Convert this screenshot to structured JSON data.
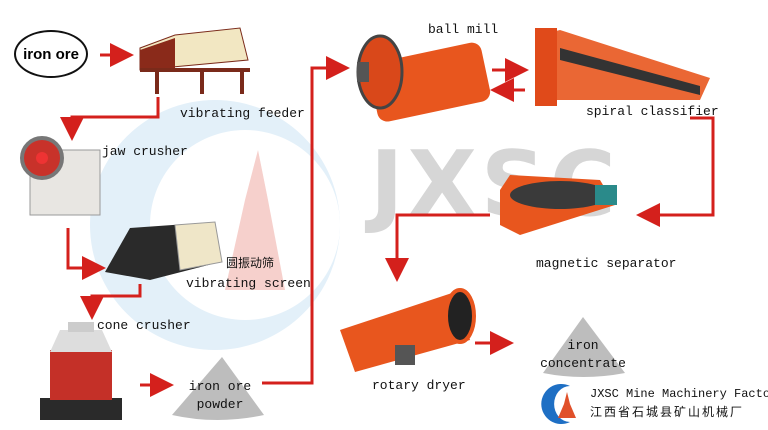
{
  "watermark": {
    "text": "JXSC"
  },
  "nodes": {
    "iron_ore": "iron ore",
    "vibrating_feeder": "vibrating feeder",
    "jaw_crusher": "jaw crusher",
    "vibrating_screen_cn": "圆振动筛",
    "vibrating_screen": "vibrating screen",
    "cone_crusher": "cone crusher",
    "iron_ore_powder": [
      "iron ore",
      "powder"
    ],
    "ball_mill": "ball mill",
    "spiral_classifier": "spiral classifier",
    "magnetic_separator": "magnetic separator",
    "rotary_dryer": "rotary dryer",
    "iron_concentrate": [
      "iron",
      "concentrate"
    ]
  },
  "logo": {
    "name_en": "JXSC Mine Machinery Factory",
    "name_cn": "江西省石城县矿山机械厂"
  },
  "colors": {
    "arrow": "#d4201c",
    "machine_orange": "#e8561e",
    "watermark_blue": "#cfe6f5",
    "pile_gray": "#bdbdbd"
  }
}
